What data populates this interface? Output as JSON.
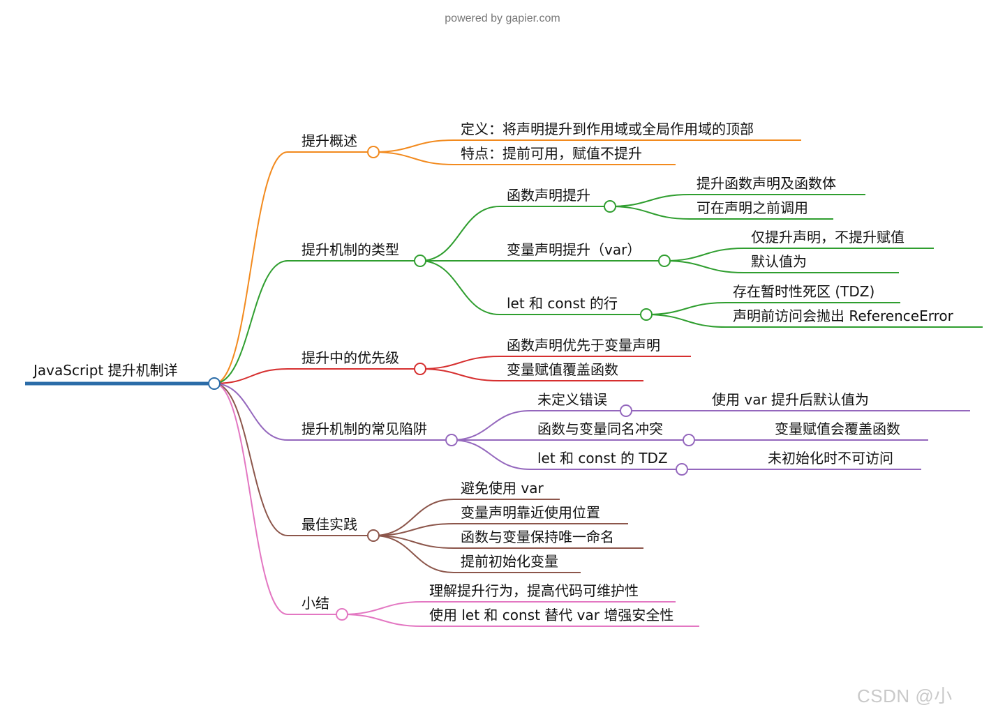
{
  "header": {
    "powered_by": "powered by gapier.com"
  },
  "watermark": "CSDN @小",
  "mindmap": {
    "root": {
      "label": "JavaScript 提升机制详",
      "color": "#2b6ca8"
    },
    "branches": [
      {
        "label": "提升概述",
        "color": "#f28a1e",
        "children": [
          {
            "label": "定义：将声明提升到作用域或全局作用域的顶部"
          },
          {
            "label": "特点：提前可用，赋值不提升"
          }
        ]
      },
      {
        "label": "提升机制的类型",
        "color": "#2f9e2f",
        "children": [
          {
            "label": "函数声明提升",
            "children": [
              {
                "label": "提升函数声明及函数体"
              },
              {
                "label": "可在声明之前调用"
              }
            ]
          },
          {
            "label": "变量声明提升（var）",
            "children": [
              {
                "label": "仅提升声明，不提升赋值"
              },
              {
                "label": "默认值为"
              }
            ]
          },
          {
            "label": "let 和 const 的行",
            "children": [
              {
                "label": "存在暂时性死区 (TDZ)"
              },
              {
                "label": "声明前访问会抛出 ReferenceError"
              }
            ]
          }
        ]
      },
      {
        "label": "提升中的优先级",
        "color": "#d62f2f",
        "children": [
          {
            "label": "函数声明优先于变量声明"
          },
          {
            "label": "变量赋值覆盖函数"
          }
        ]
      },
      {
        "label": "提升机制的常见陷阱",
        "color": "#9467bd",
        "children": [
          {
            "label": "未定义错误",
            "children": [
              {
                "label": "使用 var 提升后默认值为"
              }
            ]
          },
          {
            "label": "函数与变量同名冲突",
            "children": [
              {
                "label": "变量赋值会覆盖函数"
              }
            ]
          },
          {
            "label": "let 和 const 的 TDZ",
            "children": [
              {
                "label": "未初始化时不可访问"
              }
            ]
          }
        ]
      },
      {
        "label": "最佳实践",
        "color": "#8c564b",
        "children": [
          {
            "label": "避免使用 var"
          },
          {
            "label": "变量声明靠近使用位置"
          },
          {
            "label": "函数与变量保持唯一命名"
          },
          {
            "label": "提前初始化变量"
          }
        ]
      },
      {
        "label": "小结",
        "color": "#e377c2",
        "children": [
          {
            "label": "理解提升行为，提高代码可维护性"
          },
          {
            "label": "使用 let 和 const 替代 var 增强安全性"
          }
        ]
      }
    ]
  }
}
